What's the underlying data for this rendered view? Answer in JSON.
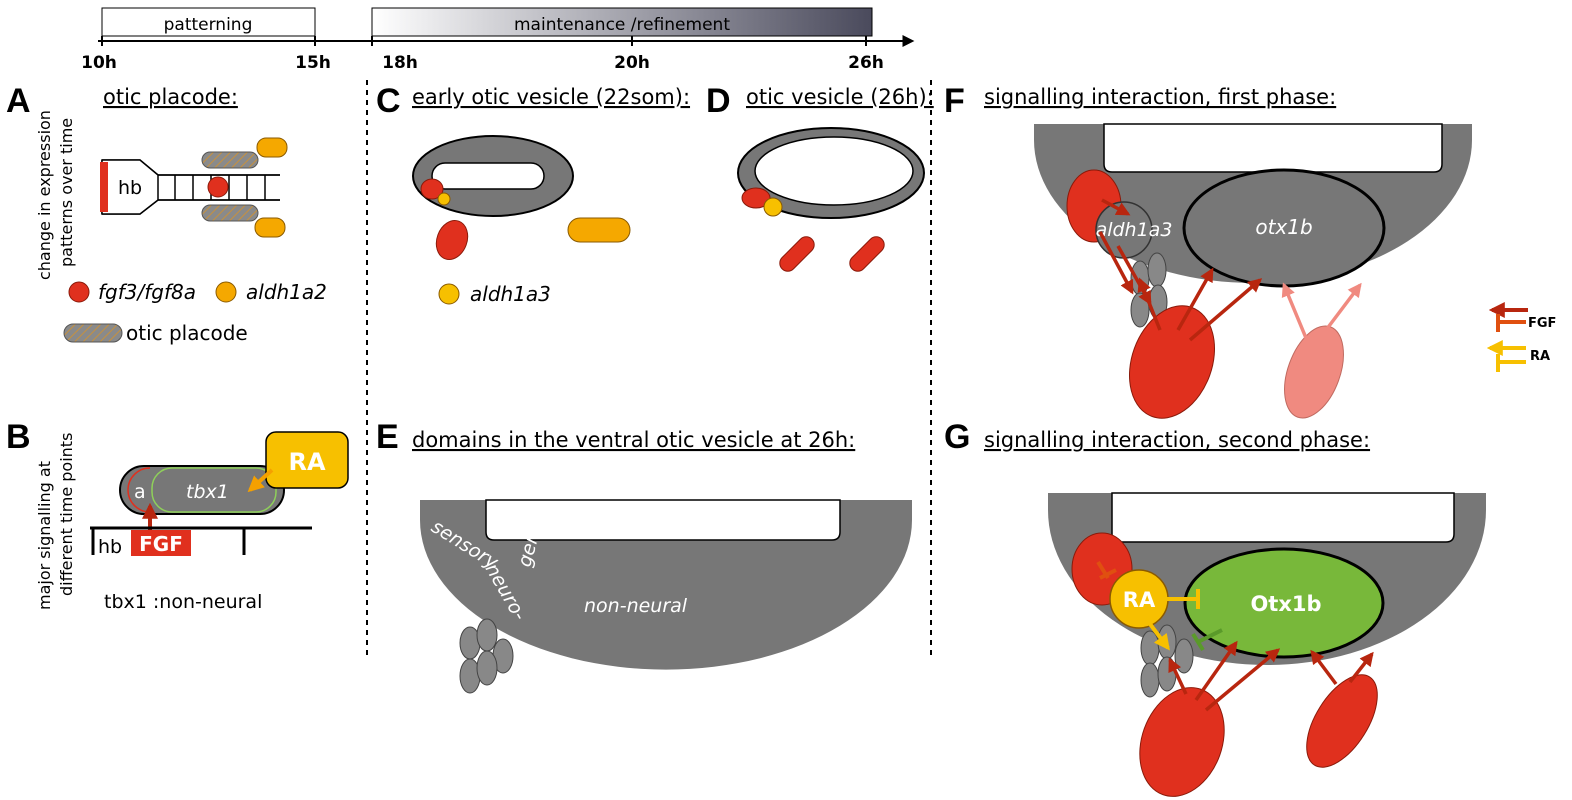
{
  "timeline": {
    "phase_patterning": "patterning",
    "phase_maintenance": "maintenance /refinement",
    "ticks": [
      "10h",
      "15h",
      "18h",
      "20h",
      "26h"
    ]
  },
  "panels": {
    "A": {
      "letter": "A",
      "title": "otic placode:",
      "hb_label": "hb"
    },
    "B": {
      "letter": "B",
      "a_label": "a",
      "tbx1_label": "tbx1",
      "ra_label": "RA",
      "fgf_label": "FGF",
      "hb_label": "hb",
      "footer": "tbx1 :non-neural"
    },
    "C": {
      "letter": "C",
      "title": "early otic vesicle (22som):",
      "aldh_label": "aldh1a3"
    },
    "D": {
      "letter": "D",
      "title": "otic vesicle (26h):"
    },
    "E": {
      "letter": "E",
      "title": "domains in the ventral otic vesicle at 26h:",
      "sensory": "sensory",
      "neuro1": "neuro-",
      "neuro2": "genic",
      "nonneural": "non-neural"
    },
    "F": {
      "letter": "F",
      "title": "signalling interaction, first phase:",
      "aldh_label": "aldh1a3",
      "otx_label": "otx1b"
    },
    "G": {
      "letter": "G",
      "title": "signalling interaction, second phase:",
      "ra_label": "RA",
      "otx_label": "Otx1b"
    }
  },
  "row_labels": {
    "A_line1": "change in expression",
    "A_line2": "patterns over time",
    "B_line1": "major signalling at",
    "B_line2": "different time points"
  },
  "legend_A": {
    "fgf": "fgf3/fgf8a",
    "aldh": "aldh1a2",
    "placode": "otic placode"
  },
  "legend_signals": {
    "fgf": "FGF",
    "ra": "RA"
  },
  "colors": {
    "red": "#e0301e",
    "dark_red": "#b8260f",
    "orange": "#f5a800",
    "yellow": "#f7c000",
    "grey": "#7a7a7a",
    "green": "#78b83a",
    "pink": "#f08a80"
  }
}
